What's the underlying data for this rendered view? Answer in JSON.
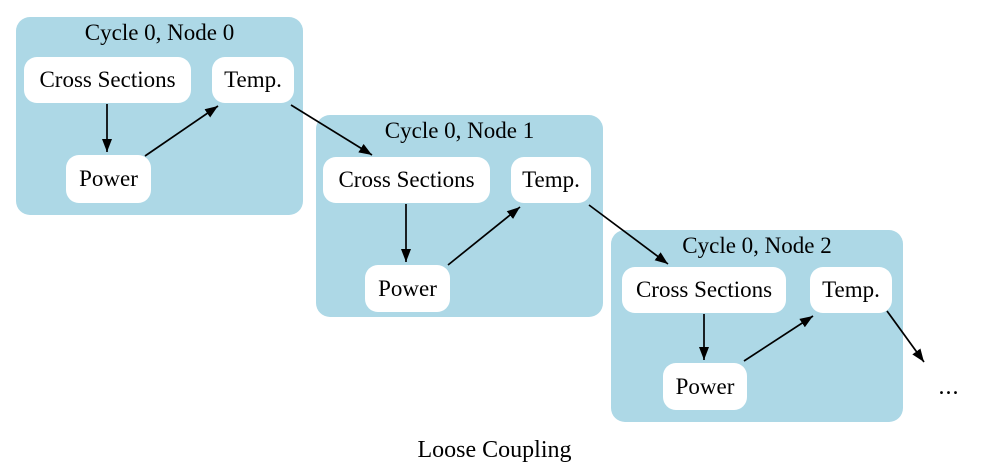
{
  "diagram": {
    "caption": "Loose Coupling",
    "ellipsis": "...",
    "colors": {
      "cluster_fill": "#add8e6",
      "node_fill": "#ffffff",
      "edge": "#000000",
      "text": "#000000",
      "background": "#ffffff"
    },
    "clusters": [
      {
        "title": "Cycle 0, Node 0",
        "nodes": {
          "cross_sections": "Cross Sections",
          "temp": "Temp.",
          "power": "Power"
        }
      },
      {
        "title": "Cycle 0, Node 1",
        "nodes": {
          "cross_sections": "Cross Sections",
          "temp": "Temp.",
          "power": "Power"
        }
      },
      {
        "title": "Cycle 0, Node 2",
        "nodes": {
          "cross_sections": "Cross Sections",
          "temp": "Temp.",
          "power": "Power"
        }
      }
    ],
    "edges": [
      {
        "from": "cluster0.cross_sections",
        "to": "cluster0.power"
      },
      {
        "from": "cluster0.power",
        "to": "cluster0.temp"
      },
      {
        "from": "cluster0.temp",
        "to": "cluster1.cross_sections"
      },
      {
        "from": "cluster1.cross_sections",
        "to": "cluster1.power"
      },
      {
        "from": "cluster1.power",
        "to": "cluster1.temp"
      },
      {
        "from": "cluster1.temp",
        "to": "cluster2.cross_sections"
      },
      {
        "from": "cluster2.cross_sections",
        "to": "cluster2.power"
      },
      {
        "from": "cluster2.power",
        "to": "cluster2.temp"
      },
      {
        "from": "cluster2.temp",
        "to": "ellipsis"
      }
    ]
  }
}
